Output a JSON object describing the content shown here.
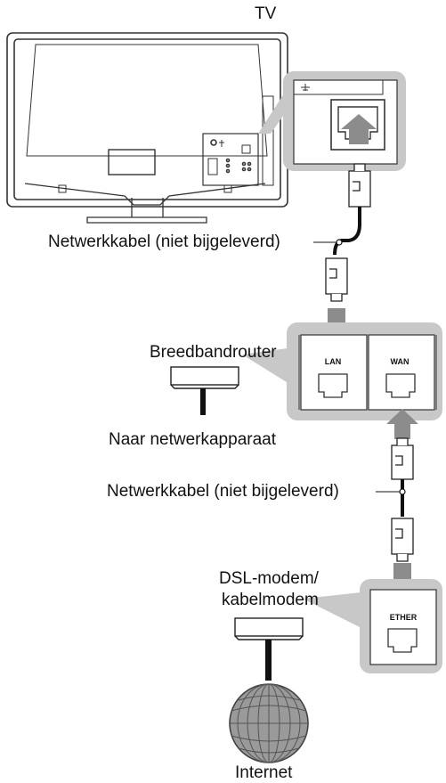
{
  "labels": {
    "tv": "TV",
    "cable_1": "Netwerkkabel (niet bijgeleverd)",
    "router": "Breedbandrouter",
    "to_network": "Naar netwerkapparaat",
    "cable_2": "Netwerkkabel (niet bijgeleverd)",
    "modem_line1": "DSL-modem/",
    "modem_line2": "kabelmodem",
    "internet": "Internet"
  },
  "ports": {
    "lan": "LAN",
    "wan": "WAN",
    "ether": "ETHER"
  },
  "colors": {
    "panel_gray": "#c8c8c8",
    "arrow_gray": "#8c8c8c",
    "tv_outline": "#444444"
  }
}
